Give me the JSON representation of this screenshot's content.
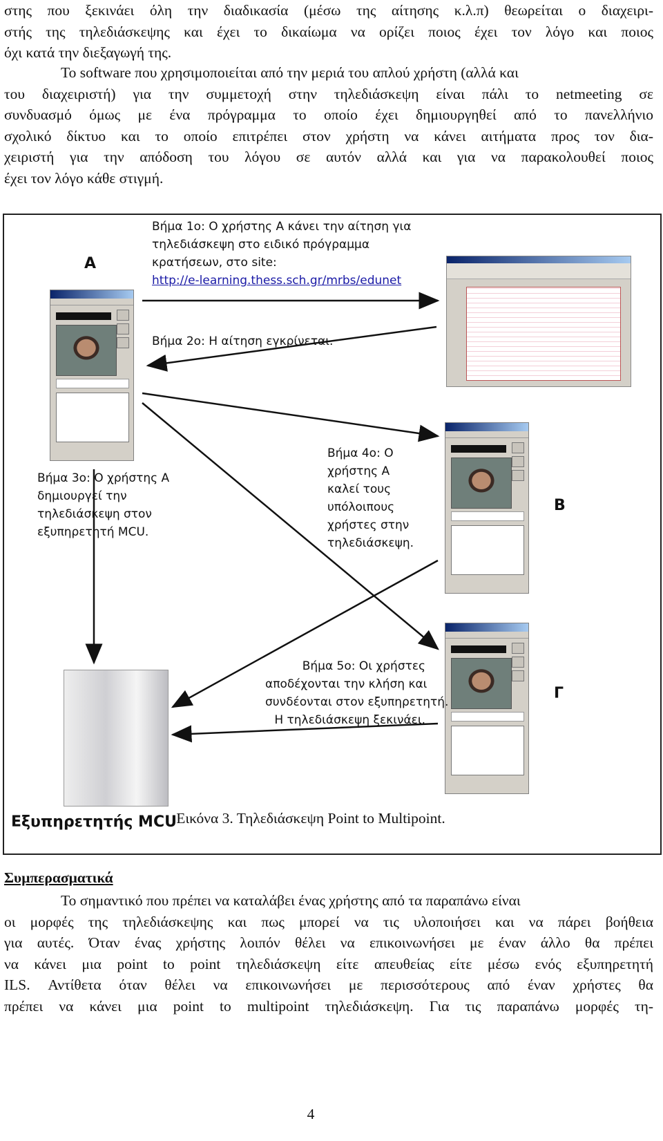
{
  "top_paragraph_lines": [
    "στης που ξεκινάει όλη την διαδικασία (μέσω της αίτησης κ.λ.π) θεωρείται ο διαχειρι-",
    "στής της τηλεδιάσκεψης και έχει το δικαίωμα να ορίζει ποιος έχει τον λόγο και ποιος",
    "όχι κατά την διεξαγωγή της."
  ],
  "second_paragraph_lines": [
    "Το software που χρησιμοποιείται από την μεριά του απλού χρήστη  (αλλά και",
    "του διαχειριστή) για την συμμετοχή στην τηλεδιάσκεψη είναι πάλι το netmeeting σε",
    "συνδυασμό όμως με ένα πρόγραμμα το οποίο έχει δημιουργηθεί από το πανελλήνιο",
    "σχολικό δίκτυο και το οποίο επιτρέπει στον χρήστη να κάνει αιτήματα προς τον δια-",
    "χειριστή για την απόδοση του λόγου σε αυτόν αλλά και για να παρακολουθεί ποιος",
    "έχει τον λόγο κάθε στιγμή."
  ],
  "figure": {
    "step1": [
      "Βήμα 1ο: Ο χρήστης Α κάνει την αίτηση για",
      "τηλεδιάσκεψη στο ειδικό πρόγραμμα",
      "κρατήσεων, στο site:"
    ],
    "step1_url": "http://e-learning.thess.sch.gr/mrbs/edunet",
    "step2": "Βήμα 2ο: Η αίτηση εγκρίνεται.",
    "step3": [
      "Βήμα 3ο: Ο χρήστης Α",
      "δημιουργεί την",
      "τηλεδιάσκεψη στον",
      "εξυπηρετητή MCU."
    ],
    "step4": [
      "Βήμα 4ο: Ο",
      "χρήστης Α",
      "καλεί τους",
      "υπόλοιπους",
      "χρήστες στην",
      "τηλεδιάσκεψη."
    ],
    "step5": [
      "Βήμα 5ο: Οι χρήστες",
      "αποδέχονται την κλήση και",
      "συνδέονται στον εξυπηρετητή.",
      "Η τηλεδιάσκεψη ξεκινάει."
    ],
    "label_a": "A",
    "label_b": "B",
    "label_g": "Γ",
    "server_label": "Εξυπηρετητής MCU"
  },
  "caption": "Εικόνα 3. Τηλεδιάσκεψη Point to Multipoint.",
  "heading": "Συμπερασματικά",
  "conclusion_lines": [
    "Το σημαντικό που πρέπει να καταλάβει ένας χρήστης από τα παραπάνω είναι",
    "οι μορφές της τηλεδιάσκεψης και πως μπορεί να τις υλοποιήσει και να πάρει βοήθεια",
    "για αυτές. Όταν ένας χρήστης λοιπόν θέλει να επικοινωνήσει με έναν άλλο θα πρέπει",
    "να κάνει μια point to point τηλεδιάσκεψη είτε απευθείας είτε μέσω ενός εξυπηρετητή",
    "ILS. Αντίθετα όταν θέλει να επικοινωνήσει με περισσότερους από έναν χρήστες θα",
    "πρέπει να κάνει μια point to multipoint τηλεδιάσκεψη. Για τις παραπάνω μορφές τη-"
  ],
  "page_number": "4"
}
